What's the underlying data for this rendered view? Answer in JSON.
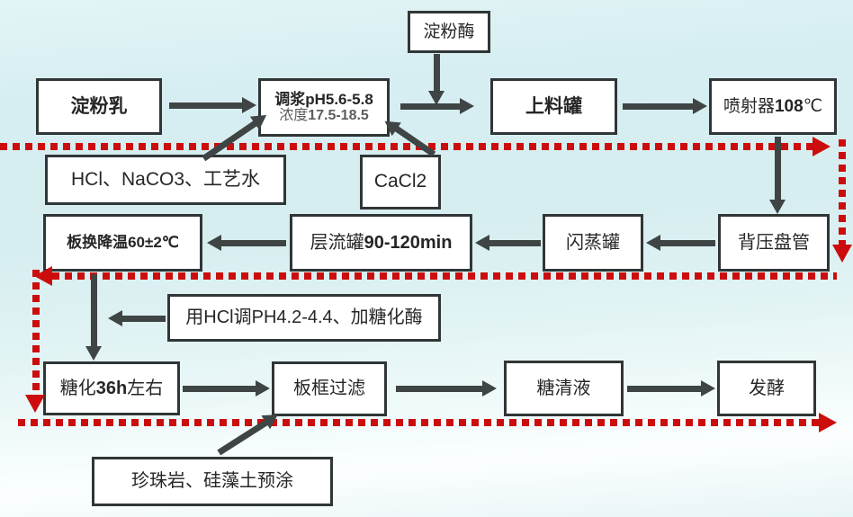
{
  "colors": {
    "border": "#303636",
    "arrow": "#3f4444",
    "red": "#cc0d0d",
    "text": "#262626",
    "subtext": "#5d5d5d"
  },
  "boxes": {
    "starch_milk": {
      "label": "淀粉乳"
    },
    "slurry": {
      "line1_cjk": "调浆",
      "line1_num": "pH5.6-5.8",
      "line2_cjk": "浓度",
      "line2_num": "17.5-18.5"
    },
    "amylase": {
      "label": "淀粉酶"
    },
    "feed_tank": {
      "label": "上料罐"
    },
    "injector": {
      "cjk": "喷射器",
      "num": "108",
      "suffix": "℃"
    },
    "hcl_naco3": {
      "label": "HCl、NaCO3、工艺水"
    },
    "cacl2": {
      "label": "CaCl2"
    },
    "plate_cooling": {
      "cjk": "板换降温",
      "num": "60±2",
      "suffix": "℃"
    },
    "laminar_tank": {
      "cjk": "层流罐",
      "num": "90-120min",
      "suffix": ""
    },
    "flash_tank": {
      "label": "闪蒸罐"
    },
    "back_pressure_coil": {
      "label": "背压盘管"
    },
    "hcl_ph": {
      "label": "用HCl调PH4.2-4.4、加糖化酶"
    },
    "saccharification": {
      "cjk": "糖化",
      "num": "36h",
      "suffix": "左右"
    },
    "plate_frame_filter": {
      "label": "板框过滤"
    },
    "sugar_liquid": {
      "label": "糖清液"
    },
    "fermentation": {
      "label": "发酵"
    },
    "precoat": {
      "label": "珍珠岩、硅藻土预涂"
    }
  }
}
